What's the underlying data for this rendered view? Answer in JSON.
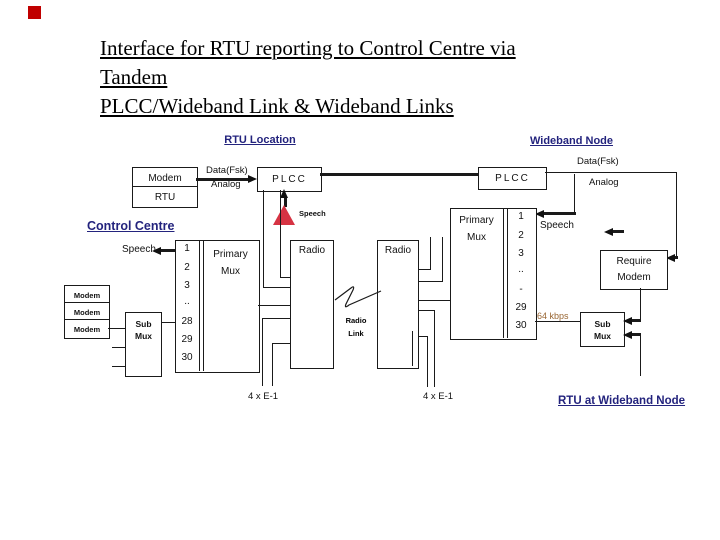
{
  "decoration": {
    "red_square_color": "#c00000",
    "triangle_color": "#d63343"
  },
  "title": {
    "line1": "Interface for RTU reporting to Control Centre via",
    "line2": "Tandem",
    "line3": "PLCC/Wideband Link & Wideband Links"
  },
  "headings": {
    "rtu_location": "RTU Location",
    "wideband_node": "Wideband Node",
    "control_centre": "Control Centre",
    "rtu_at_wideband_node": "RTU at Wideband Node",
    "color": "#23237d"
  },
  "rtu_site": {
    "modem": "Modem",
    "rtu": "RTU",
    "plcc": "PLCC",
    "data_fsk": "Data(Fsk)",
    "analog": "Analog",
    "speech": "Speech"
  },
  "wideband_site": {
    "plcc": "PLCC",
    "data_fsk": "Data(Fsk)",
    "analog": "Analog",
    "speech": "Speech",
    "require_modem_line1": "Require",
    "require_modem_line2": "Modem",
    "sub_mux_line1": "Sub",
    "sub_mux_line2": "Mux",
    "kbps_label": "64 kbps",
    "kbps_color": "#996633",
    "primary_mux_line1": "Primary",
    "primary_mux_line2": "Mux",
    "channels": [
      "1",
      "2",
      "3",
      "..",
      "-",
      "29",
      "30"
    ],
    "e1_label": "4 x E-1"
  },
  "control_centre_site": {
    "speech": "Speech",
    "primary_mux_line1": "Primary",
    "primary_mux_line2": "Mux",
    "channels": [
      "1",
      "2",
      "3",
      "..",
      "28",
      "29",
      "30"
    ],
    "modems": [
      "Modem",
      "Modem",
      "Modem"
    ],
    "sub_mux_line1": "Sub",
    "sub_mux_line2": "Mux"
  },
  "radio_link": {
    "radio_left": "Radio",
    "radio_right": "Radio",
    "label_line1": "Radio",
    "label_line2": "Link",
    "e1_label": "4 x E-1"
  }
}
